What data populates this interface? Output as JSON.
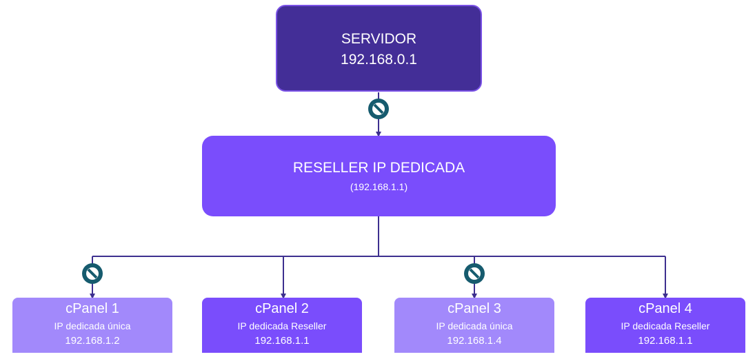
{
  "colors": {
    "server_fill": "#432e97",
    "server_border": "#7a52e6",
    "reseller_fill": "#7a4dfc",
    "cpanel_light": "#a289fb",
    "cpanel_dark": "#7a4dfc",
    "connector": "#3d2f8f",
    "blocked_icon": "#165b6e"
  },
  "server": {
    "name": "SERVIDOR",
    "ip": "192.168.0.1"
  },
  "reseller": {
    "name": "RESELLER IP DEDICADA",
    "ip": "(192.168.1.1)"
  },
  "cpanels": [
    {
      "title": "cPanel 1",
      "subtitle": "IP dedicada única",
      "ip": "192.168.1.2",
      "style": "light",
      "blocked": true
    },
    {
      "title": "cPanel 2",
      "subtitle": "IP dedicada Reseller",
      "ip": "192.168.1.1",
      "style": "dark",
      "blocked": false
    },
    {
      "title": "cPanel 3",
      "subtitle": "IP dedicada única",
      "ip": "192.168.1.4",
      "style": "light",
      "blocked": true
    },
    {
      "title": "cPanel 4",
      "subtitle": "IP dedicada Reseller",
      "ip": "192.168.1.1",
      "style": "dark",
      "blocked": false
    }
  ],
  "icons": {
    "server_to_reseller": "blocked-icon",
    "reseller_to_cpanel_1": "blocked-icon",
    "reseller_to_cpanel_3": "blocked-icon"
  }
}
